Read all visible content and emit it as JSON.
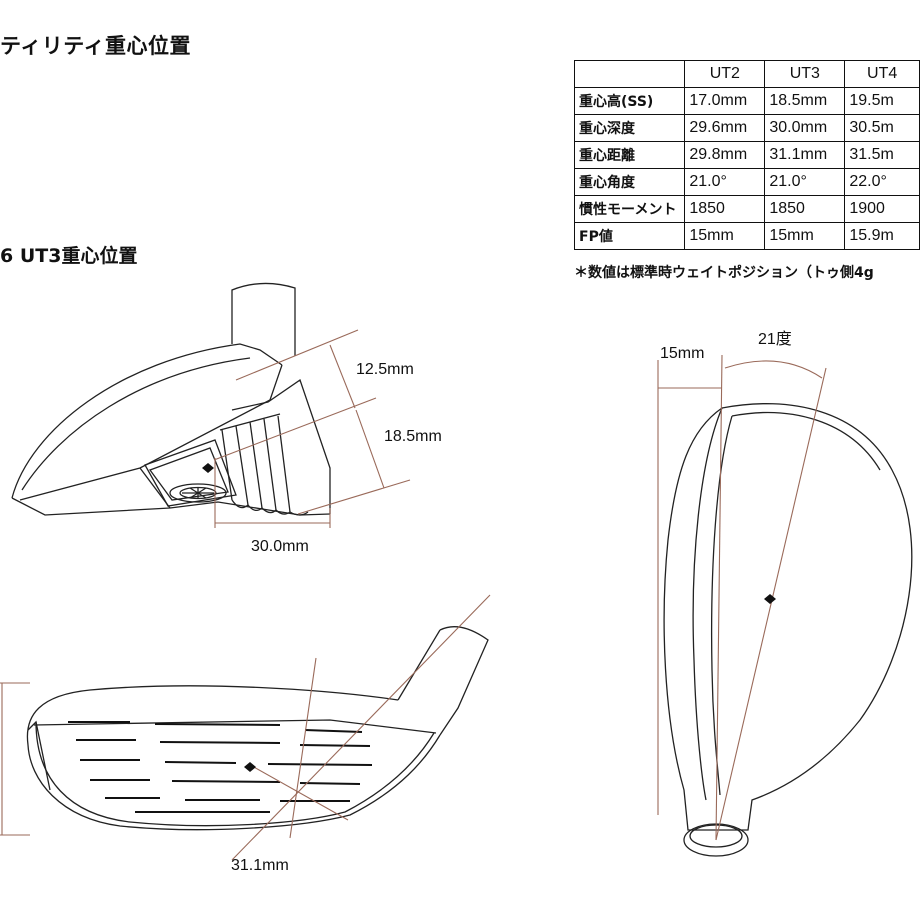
{
  "titles": {
    "main": "ティリティ重心位置",
    "sub": "6 UT3重心位置"
  },
  "spec_table": {
    "columns": [
      "UT2",
      "UT3",
      "UT4"
    ],
    "rows": [
      {
        "label": "重心高(SS)",
        "values": [
          "17.0mm",
          "18.5mm",
          "19.5m"
        ]
      },
      {
        "label": "重心深度",
        "values": [
          "29.6mm",
          "30.0mm",
          "30.5m"
        ]
      },
      {
        "label": "重心距離",
        "values": [
          "29.8mm",
          "31.1mm",
          "31.5m"
        ]
      },
      {
        "label": "重心角度",
        "values": [
          "21.0°",
          "21.0°",
          "22.0°"
        ]
      },
      {
        "label": "慣性モーメント",
        "values": [
          "1850",
          "1850",
          "1900"
        ]
      },
      {
        "label": "FP値",
        "values": [
          "15mm",
          "15mm",
          "15.9m"
        ]
      }
    ],
    "note": "＊数値は標準時ウェイトポジション（トゥ側4g"
  },
  "dimensions": {
    "side_upper": "12.5mm",
    "side_lower": "18.5mm",
    "side_depth": "30.0mm",
    "face_distance": "31.1mm",
    "top_fp": "15mm",
    "top_angle": "21度"
  },
  "colors": {
    "line": "#222222",
    "dimension": "#9a6a5a"
  }
}
